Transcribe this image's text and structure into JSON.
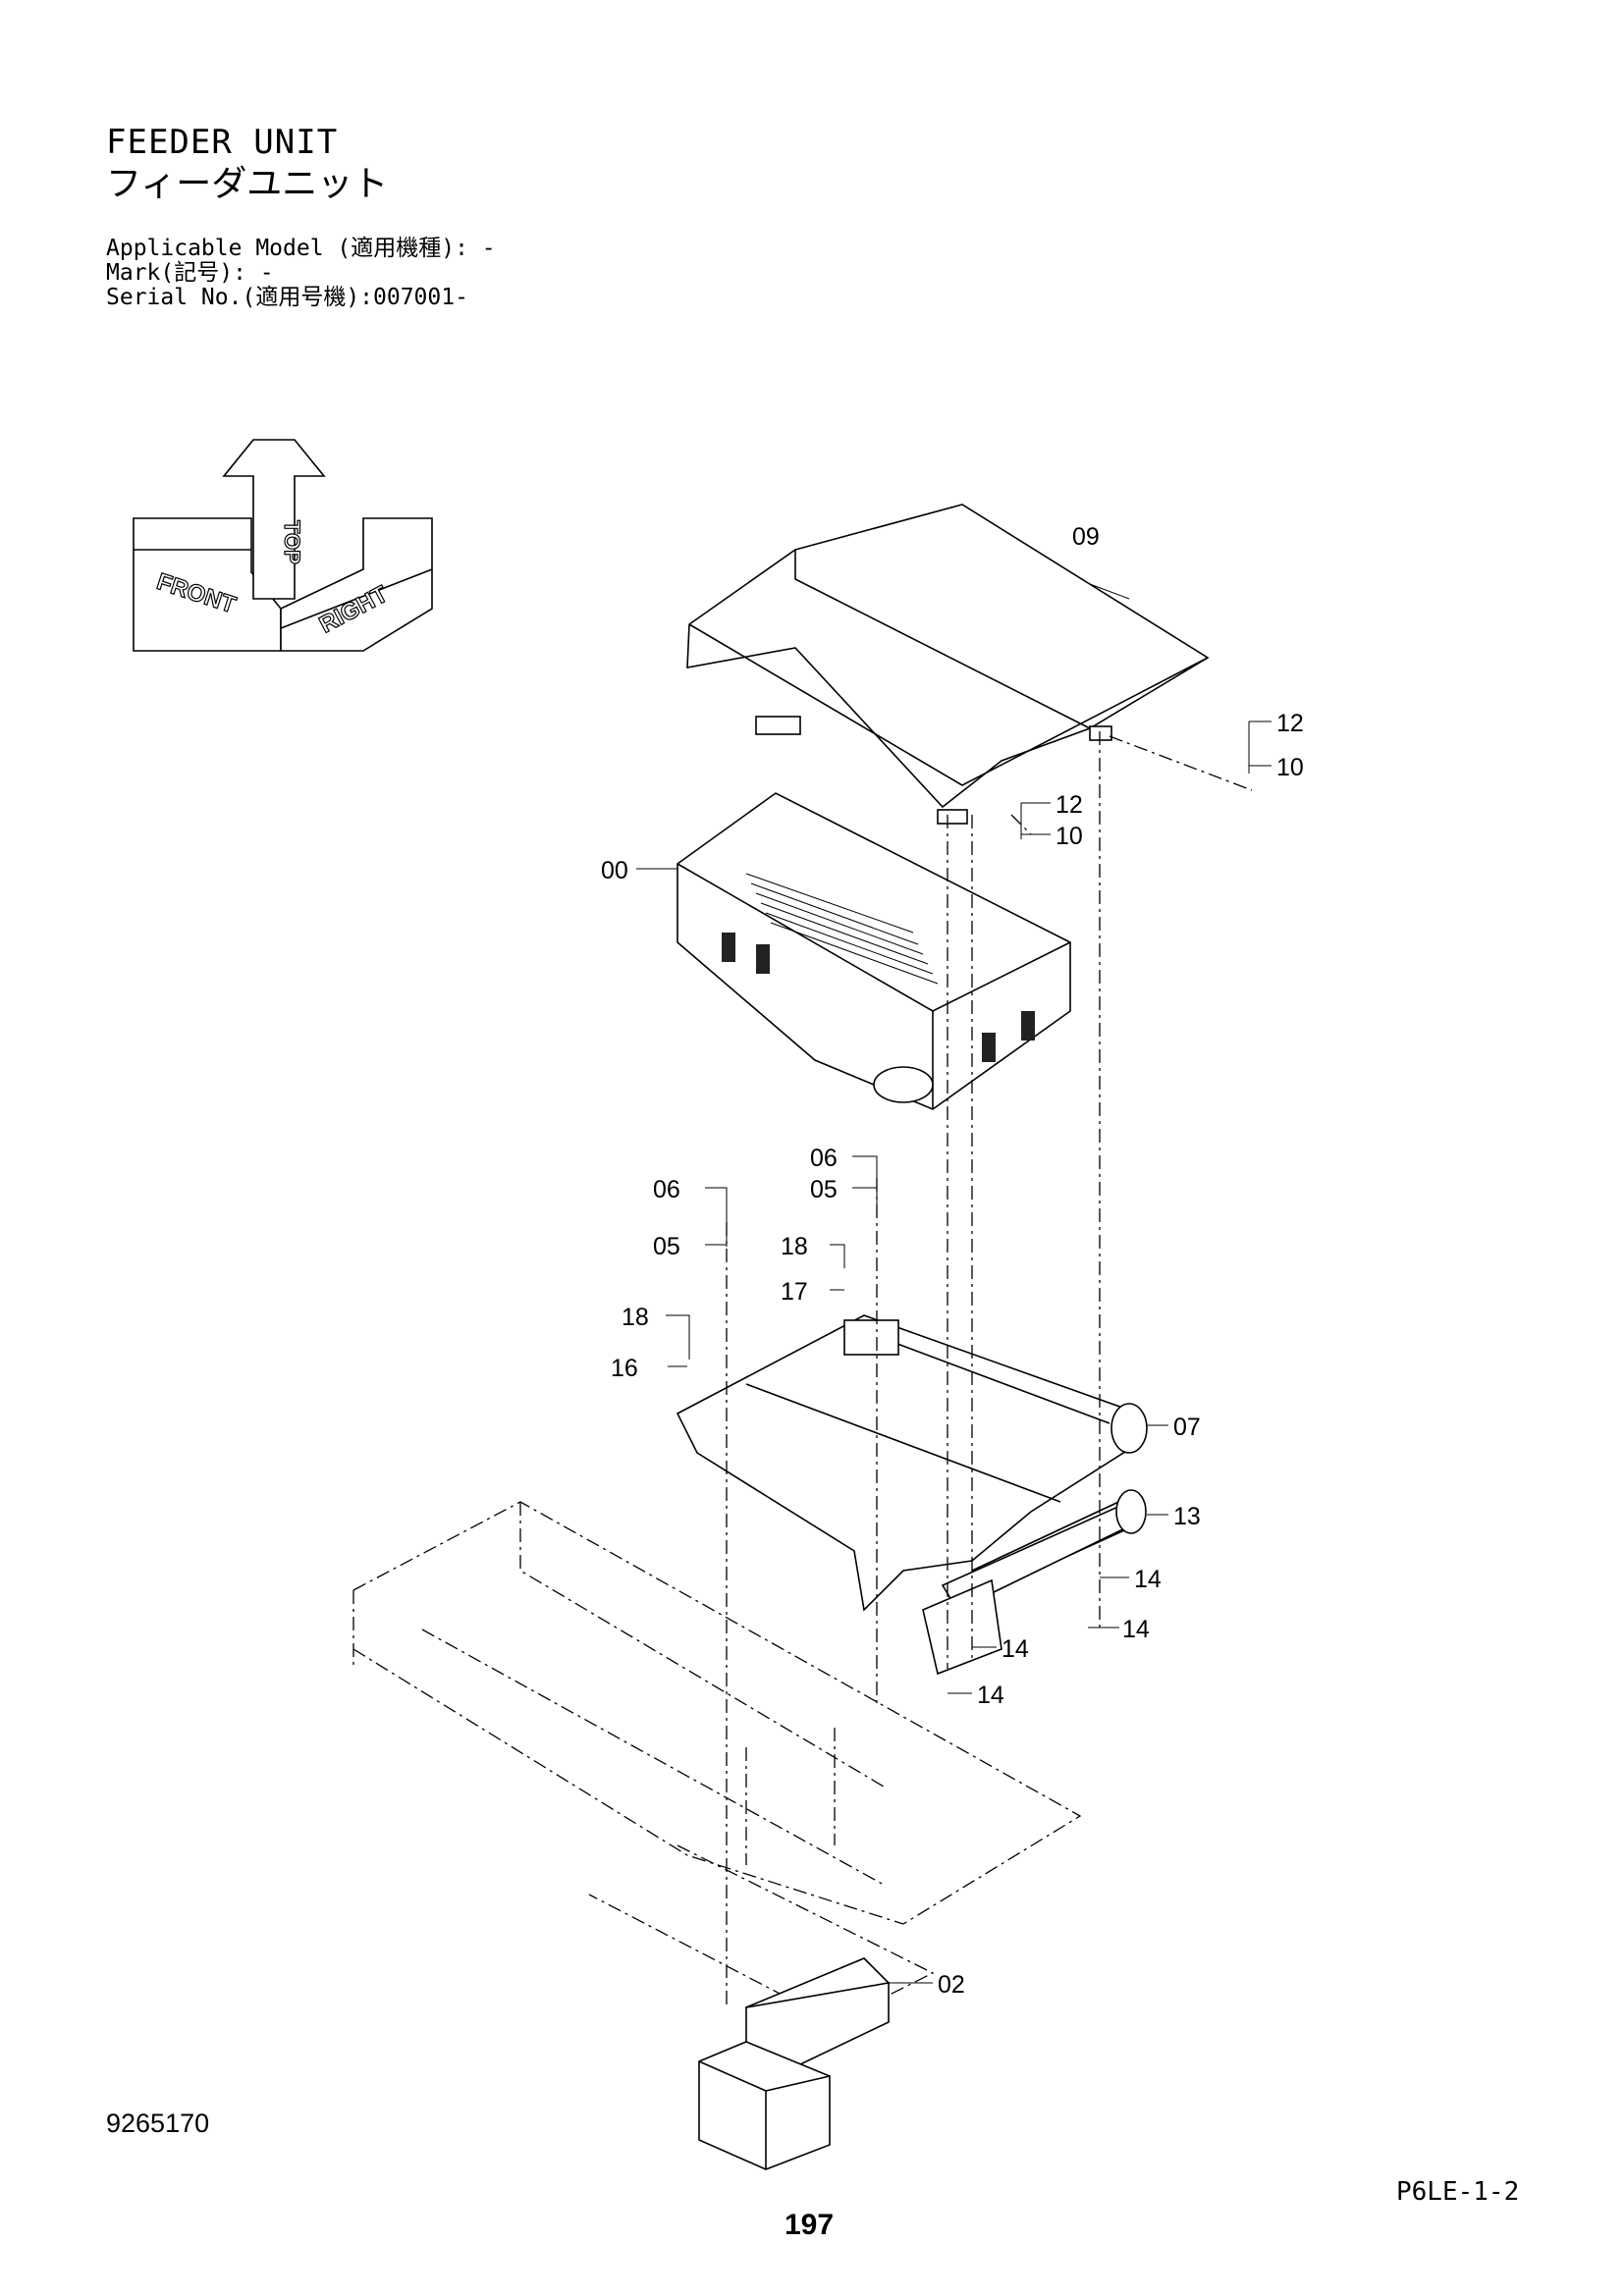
{
  "header": {
    "title_en": "FEEDER UNIT",
    "title_jp": "フィーダユニット",
    "applicable_model": "Applicable Model (適用機種): -",
    "mark": "Mark(記号): -",
    "serial_no": "Serial No.(適用号機):007001-"
  },
  "orientation_icon": {
    "labels": [
      "FRONT",
      "RIGHT",
      "TOP"
    ]
  },
  "callouts": {
    "c09": "09",
    "c12a": "12",
    "c10a": "10",
    "c12b": "12",
    "c10b": "10",
    "c00": "00",
    "c06a": "06",
    "c05a": "05",
    "c06b": "06",
    "c05b": "05",
    "c18a": "18",
    "c17": "17",
    "c18b": "18",
    "c16": "16",
    "c07": "07",
    "c13": "13",
    "c14a": "14",
    "c14b": "14",
    "c14c": "14",
    "c14d": "14",
    "c02": "02"
  },
  "footer": {
    "doc_number": "9265170",
    "page_code": "P6LE-1-2",
    "page_number": "197"
  }
}
